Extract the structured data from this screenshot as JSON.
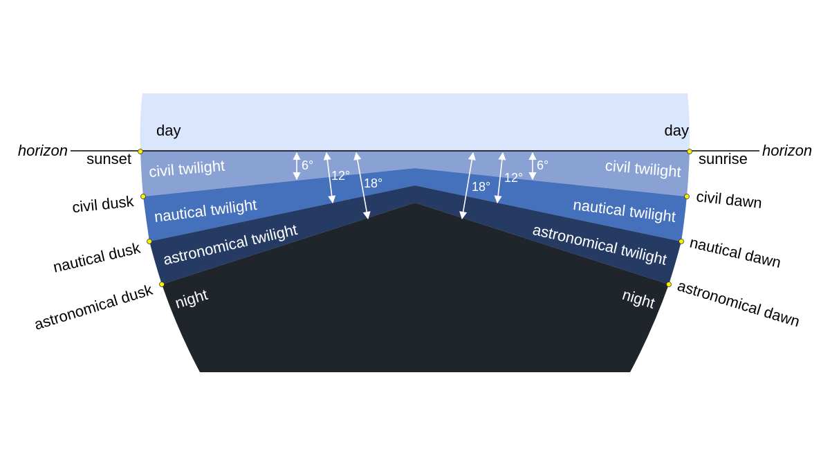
{
  "horizon": {
    "left_label": "horizon",
    "right_label": "horizon"
  },
  "bands": {
    "day": {
      "left": "day",
      "right": "day",
      "color": "#d9e6fb"
    },
    "civil": {
      "left": "civil twilight",
      "right": "civil twilight",
      "color": "#8aa2d3"
    },
    "nautical": {
      "left": "nautical twilight",
      "right": "nautical twilight",
      "color": "#4570bb"
    },
    "astronomical": {
      "left": "astronomical twilight",
      "right": "astronomical twilight",
      "color": "#263b63"
    },
    "night": {
      "left": "night",
      "right": "night",
      "color": "#20252c"
    }
  },
  "events": {
    "left": [
      "sunset",
      "civil dusk",
      "nautical dusk",
      "astronomical dusk"
    ],
    "right": [
      "sunrise",
      "civil dawn",
      "nautical dawn",
      "astronomical dawn"
    ]
  },
  "angles": {
    "left": [
      "6°",
      "12°",
      "18°"
    ],
    "right": [
      "6°",
      "12°",
      "18°"
    ]
  },
  "marker_color": "#f6f000"
}
